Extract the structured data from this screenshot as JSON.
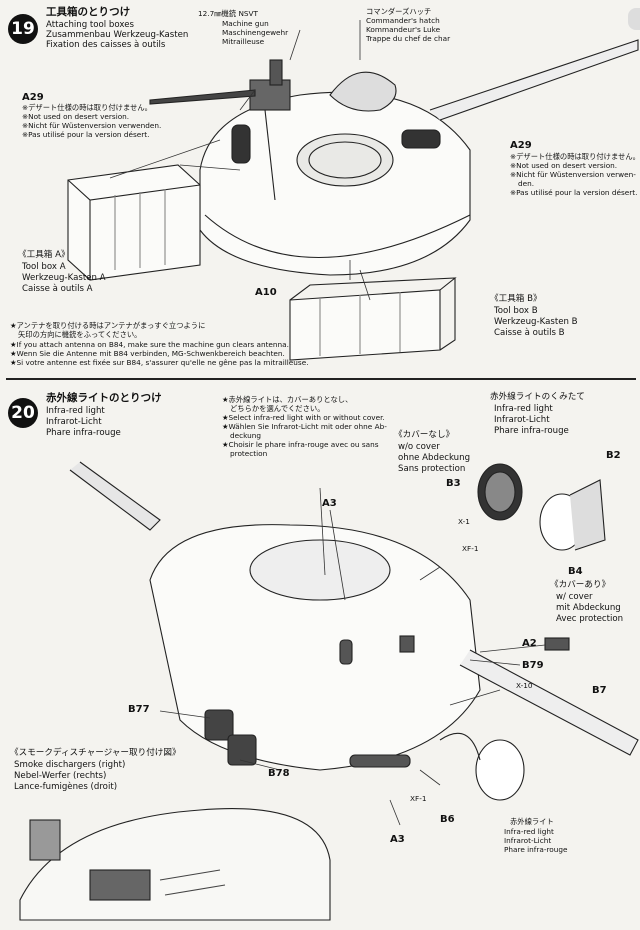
{
  "step19": {
    "number": "19",
    "title_jp": "工具箱のとりつけ",
    "title_lines": [
      "Attaching tool boxes",
      "Zusammenbau Werkzeug-Kasten",
      "Fixation des caisses à outils"
    ],
    "mg_label": [
      "12.7㎜機銃 NSVT",
      "Machine gun",
      "Maschinengewehr",
      "Mitrailleuse"
    ],
    "hatch_label": [
      "コマンダーズハッチ",
      "Commander's hatch",
      "Kommandeur's Luke",
      "Trappe du chef de char"
    ],
    "a29_left": {
      "part": "A29",
      "lines": [
        "※デザート仕様の時は取り付けません。",
        "※Not used on desert version.",
        "※Nicht für Wüstenversion verwenden.",
        "※Pas utilisé pour la version désert."
      ]
    },
    "a29_right": {
      "part": "A29",
      "lines": [
        "※デザート仕様の時は取り付けません。",
        "※Not used on desert version.",
        "※Nicht für Wüstenversion verwen-",
        "den.",
        "※Pas utilisé pour la version désert."
      ]
    },
    "toolbox_a": [
      "《工具箱 A》",
      "Tool box A",
      "Werkzeug-Kasten A",
      "Caisse à outils A"
    ],
    "toolbox_b": [
      "《工具箱 B》",
      "Tool box B",
      "Werkzeug-Kasten B",
      "Caisse à outils B"
    ],
    "a10": "A10",
    "antenna_note": [
      "★アンテナを取り付ける時はアンテナがまっすぐ立つように",
      "矢印の方向に機銃をふってください。",
      "★If you attach antenna on B84, make sure the machine gun clears antenna.",
      "★Wenn Sie die Antenne mit B84 verbinden, MG-Schwenkbereich beachten.",
      "★Si votre antenne est fixée sur B84, s'assurer qu'elle ne gêne pas la mitrailleuse."
    ]
  },
  "step20": {
    "number": "20",
    "title_jp": "赤外線ライトのとりつけ",
    "title_lines": [
      "Infra-red light",
      "Infrarot-Licht",
      "Phare infra-rouge"
    ],
    "select_note": [
      "★赤外線ライトは、カバーありとなし、",
      "どちらかを選んでください。",
      "★Select infra-red light with or without cover.",
      "★Wählen Sie Infrarot-Licht mit oder ohne Ab-",
      "deckung",
      "★Choisir le phare infra-rouge avec ou sans",
      "protection"
    ],
    "assembly_title": [
      "赤外線ライトのくみたて",
      "Infra-red light",
      "Infrarot-Licht",
      "Phare infra-rouge"
    ],
    "no_cover": [
      "《カバーなし》",
      "w/o cover",
      "ohne Abdeckung",
      "Sans protection"
    ],
    "with_cover": [
      "《カバーあり》",
      "w/ cover",
      "mit Abdeckung",
      "Avec protection"
    ],
    "smoke_title": [
      "《スモークディスチャージャー取り付け図》",
      "Smoke dischargers (right)",
      "Nebel-Werfer (rechts)",
      "Lance-fumigènes (droit)"
    ],
    "ir_light_label": [
      "赤外線ライト",
      "Infra-red light",
      "Infrarot-Licht",
      "Phare infra-rouge"
    ],
    "parts": {
      "a3_top": "A3",
      "a3_bottom": "A3",
      "b3": "B3",
      "b2": "B2",
      "b4": "B4",
      "x1": "X-1",
      "xf1_top": "XF-1",
      "xf1_bottom": "XF-1",
      "a2": "A2",
      "b79": "B79",
      "x10": "X-10",
      "b7": "B7",
      "b77": "B77",
      "b78": "B78",
      "b6": "B6"
    }
  }
}
